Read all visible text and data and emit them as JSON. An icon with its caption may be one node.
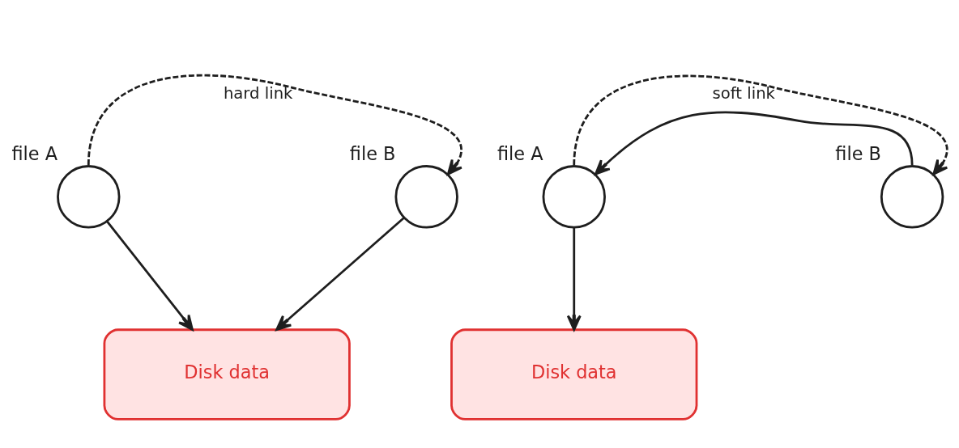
{
  "diagram": {
    "nodes": [
      {
        "text": [
          "file A"
        ]
      },
      {
        "text": [
          "file B"
        ]
      },
      {
        "text": [
          "Disk data"
        ]
      },
      {
        "text": [
          "file A"
        ]
      },
      {
        "text": [
          "file B"
        ]
      },
      {
        "text": [
          "Disk data"
        ]
      }
    ],
    "edges": [
      {
        "from": 0,
        "to": 1,
        "arrow": "to",
        "style": "dashed",
        "label": "hard link"
      },
      {
        "from": 0,
        "to": 2,
        "arrow": "to"
      },
      {
        "from": 1,
        "to": 2,
        "arrow": "to"
      },
      {
        "from": 3,
        "to": 4,
        "arrow": "to",
        "style": "dashed",
        "label": "soft link"
      },
      {
        "from": 4,
        "to": 3,
        "arrow": "to"
      },
      {
        "from": 3,
        "to": 5,
        "arrow": "to"
      }
    ]
  }
}
